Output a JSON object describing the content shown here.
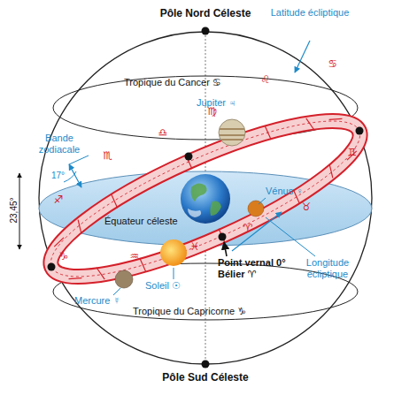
{
  "diagram": {
    "labels": [
      "Pôle Nord Céleste",
      "Tropique du Cancer ♋",
      "Latitude écliptique",
      "Jupiter ♃",
      "Bande zodiacale",
      "17°",
      "Vénus ♀",
      "Équateur céleste",
      "Point vernal 0° Bélier ♈",
      "Longitude écliptique",
      "23,45°",
      "Soleil ☉",
      "Mercure ☿",
      "Tropique du Capricorne ♑",
      "Pôle Sud Céleste",
      "♋",
      "♌",
      "♍",
      "♎",
      "♏",
      "♐",
      "♑",
      "♒",
      "♓",
      "♈",
      "♉",
      "♊"
    ]
  }
}
